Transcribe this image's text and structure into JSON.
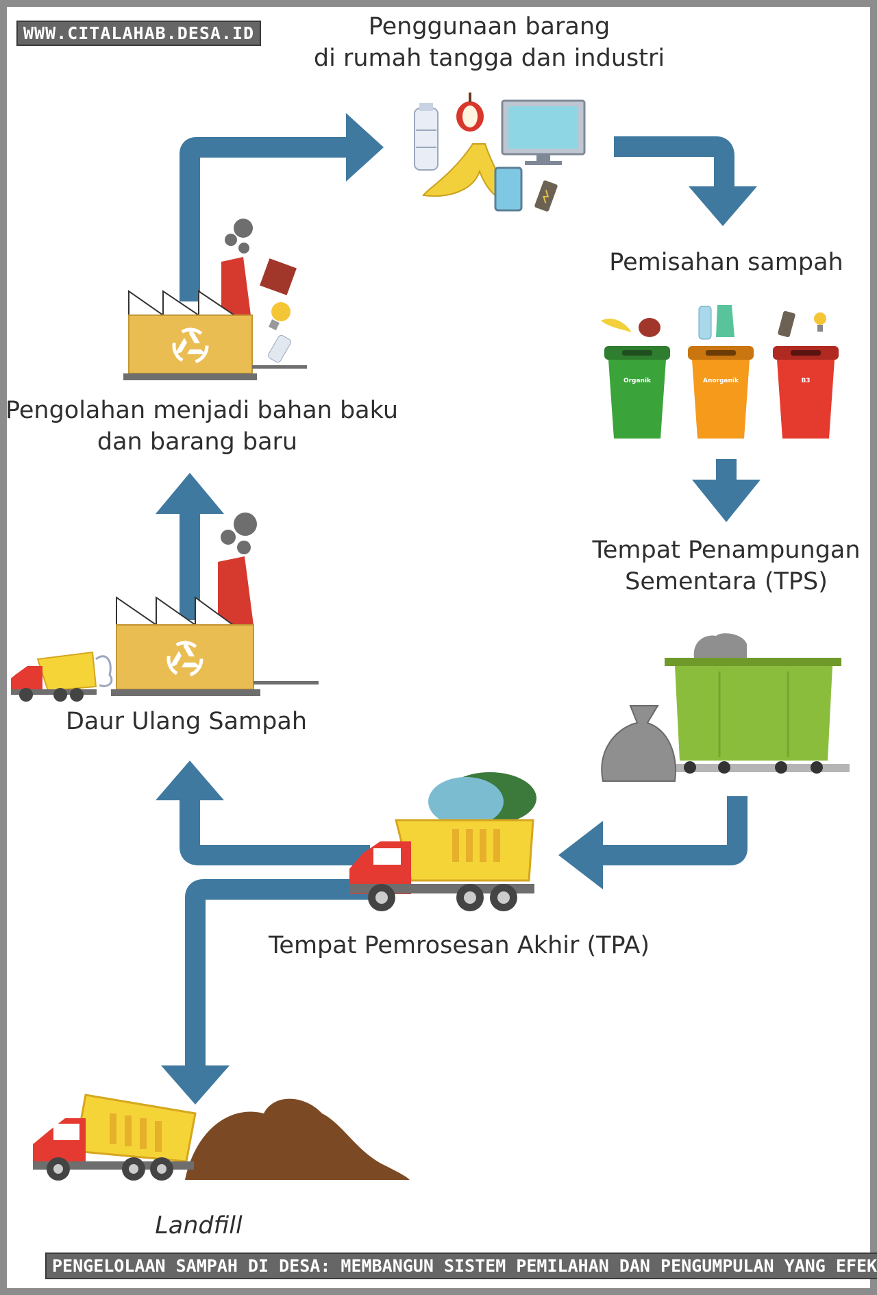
{
  "watermark": "WWW.CITALAHAB.DESA.ID",
  "caption": "PENGELOLAAN SAMPAH DI DESA: MEMBANGUN SISTEM PEMILAHAN DAN PENGUMPULAN YANG EFEKTIF",
  "colors": {
    "arrow": "#3f79a0",
    "factory": "#e9bd52",
    "chimney": "#d63a2f",
    "smoke": "#6e6e6e",
    "bin_organic": "#3aa33a",
    "bin_anorganic": "#f59a1b",
    "bin_b3": "#e53b2e",
    "container": "#8bbd3c",
    "truck_cab": "#e43a31",
    "truck_body": "#f5d438",
    "soil": "#7b4a24"
  },
  "steps": {
    "usage": {
      "line1": "Penggunaan barang",
      "line2": "di rumah tangga dan industri"
    },
    "separation": {
      "title": "Pemisahan sampah"
    },
    "bins": {
      "organic": "Organik",
      "anorganic": "Anorganik",
      "b3": "B3"
    },
    "tps": {
      "line1": "Tempat Penampungan",
      "line2": "Sementara (TPS)"
    },
    "tpa": {
      "title": "Tempat Pemrosesan Akhir (TPA)"
    },
    "recycle": {
      "title": "Daur Ulang Sampah"
    },
    "processing": {
      "line1": "Pengolahan menjadi bahan baku",
      "line2": "dan barang baru"
    },
    "landfill": {
      "title": "Landfill"
    }
  },
  "icons": [
    "bottle-icon",
    "apple-core-icon",
    "banana-peel-icon",
    "monitor-icon",
    "phone-icon",
    "battery-icon",
    "recycle-icon",
    "lightbulb-icon",
    "garbage-bag-icon"
  ]
}
